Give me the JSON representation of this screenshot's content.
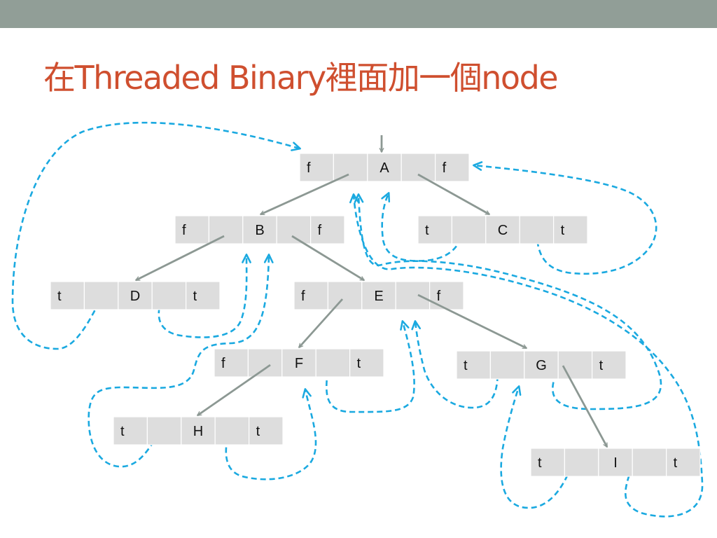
{
  "title": "在Threaded Binary裡面加一個node",
  "colors": {
    "top_bar": "#919e97",
    "title": "#cf4f2f",
    "cell_fill": "#dddddd",
    "cell_border": "#ffffff",
    "child_arrow": "#8c9893",
    "thread_arrow": "#1aa9e0"
  },
  "nodes": [
    {
      "id": "A",
      "left_flag": "f",
      "label": "A",
      "right_flag": "f"
    },
    {
      "id": "B",
      "left_flag": "f",
      "label": "B",
      "right_flag": "f"
    },
    {
      "id": "C",
      "left_flag": "t",
      "label": "C",
      "right_flag": "t"
    },
    {
      "id": "D",
      "left_flag": "t",
      "label": "D",
      "right_flag": "t"
    },
    {
      "id": "E",
      "left_flag": "f",
      "label": "E",
      "right_flag": "f"
    },
    {
      "id": "F",
      "left_flag": "f",
      "label": "F",
      "right_flag": "t"
    },
    {
      "id": "G",
      "left_flag": "t",
      "label": "G",
      "right_flag": "t"
    },
    {
      "id": "H",
      "left_flag": "t",
      "label": "H",
      "right_flag": "t"
    },
    {
      "id": "I",
      "left_flag": "t",
      "label": "I",
      "right_flag": "t"
    }
  ],
  "child_links": [
    {
      "from": "root",
      "to": "A"
    },
    {
      "from": "A",
      "to": "B"
    },
    {
      "from": "A",
      "to": "C"
    },
    {
      "from": "B",
      "to": "D"
    },
    {
      "from": "B",
      "to": "E"
    },
    {
      "from": "E",
      "to": "F"
    },
    {
      "from": "E",
      "to": "G"
    },
    {
      "from": "F",
      "to": "H"
    },
    {
      "from": "G",
      "to": "I"
    }
  ],
  "threads": [
    {
      "from": "D",
      "side": "left",
      "to": "A"
    },
    {
      "from": "D",
      "side": "right",
      "to": "B"
    },
    {
      "from": "H",
      "side": "left",
      "to": "B"
    },
    {
      "from": "H",
      "side": "right",
      "to": "F"
    },
    {
      "from": "F",
      "side": "right",
      "to": "E"
    },
    {
      "from": "G",
      "side": "left",
      "to": "E"
    },
    {
      "from": "C",
      "side": "left",
      "to": "A"
    },
    {
      "from": "C",
      "side": "right",
      "to": "A"
    },
    {
      "from": "G",
      "side": "right",
      "to": "A"
    },
    {
      "from": "I",
      "side": "left",
      "to": "G"
    },
    {
      "from": "I",
      "side": "right",
      "to": "A"
    }
  ]
}
